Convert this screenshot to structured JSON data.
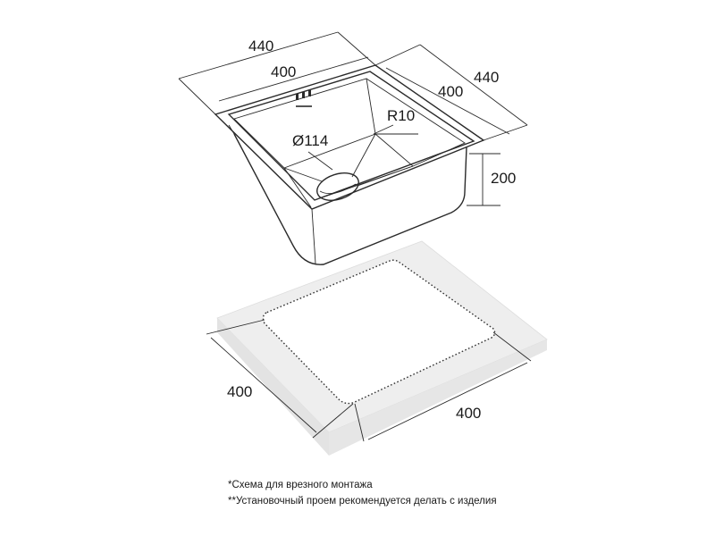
{
  "sink": {
    "dims": {
      "outer_width": "440",
      "inner_width": "400",
      "outer_depth": "440",
      "inner_depth": "400",
      "height": "200",
      "drain_diameter": "Ø114",
      "corner_radius": "R10"
    }
  },
  "countertop": {
    "dims": {
      "cutout_depth": "400",
      "cutout_width": "400"
    }
  },
  "notes": {
    "line1": "*Схема для врезного монтажа",
    "line2": "**Установочный проем рекомендуется делать с изделия"
  },
  "colors": {
    "line": "#2a2a2a",
    "countertop_top": "#eeeeee",
    "countertop_side": "#e3e3e3"
  }
}
